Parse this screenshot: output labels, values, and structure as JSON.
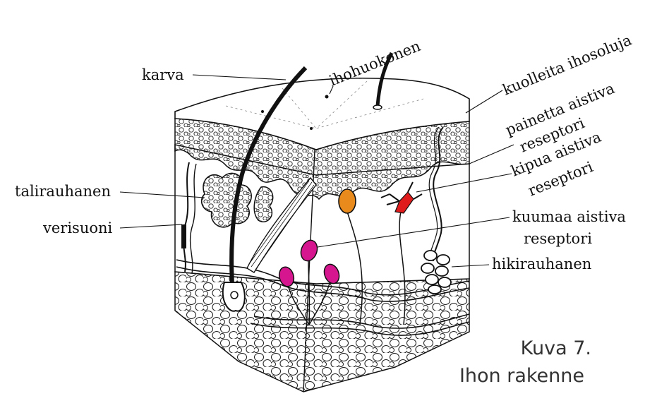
{
  "labels": {
    "karva": "karva",
    "ihohuokonen": "ihohuokonen",
    "kuolleita": "kuolleita ihosoluja",
    "painetta_1": "painetta aistiva",
    "painetta_2": "reseptori",
    "kipua_1": "kipua aistiva",
    "kipua_2": "reseptori",
    "talirauhanen": "talirauhanen",
    "verisuoni": "verisuoni",
    "kuumaa_1": "kuumaa aistiva",
    "kuumaa_2": "reseptori",
    "hikirauhanen": "hikirauhanen"
  },
  "caption": {
    "line1": "Kuva 7.",
    "line2": "Ihon rakenne"
  },
  "colors": {
    "ink": "#111111",
    "heat_receptor": "#d6168f",
    "pressure_receptor": "#e98a1c",
    "pain_receptor": "#e01b1b"
  }
}
